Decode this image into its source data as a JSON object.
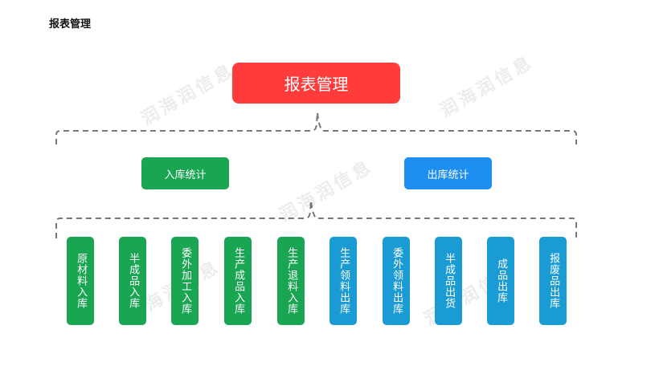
{
  "page_title": "报表管理",
  "root": {
    "label": "报表管理",
    "color": "#ff3b3b"
  },
  "branches": [
    {
      "label": "入库统计",
      "color": "#1aa553"
    },
    {
      "label": "出库统计",
      "color": "#1f8ef1"
    }
  ],
  "leaves": [
    {
      "label": "原材料入库"
    },
    {
      "label": "半成品入库"
    },
    {
      "label": "委外加工入库"
    },
    {
      "label": "生产成品入库"
    },
    {
      "label": "生产退料入库"
    },
    {
      "label": "生产领料出库"
    },
    {
      "label": "委外领料出库"
    },
    {
      "label": "半成品出货"
    },
    {
      "label": "成品出库"
    },
    {
      "label": "报废品出库"
    }
  ],
  "leaf_colors": {
    "inbound": "#1aa553",
    "outbound": "#1b9bd3"
  },
  "watermark": "润海润信息"
}
